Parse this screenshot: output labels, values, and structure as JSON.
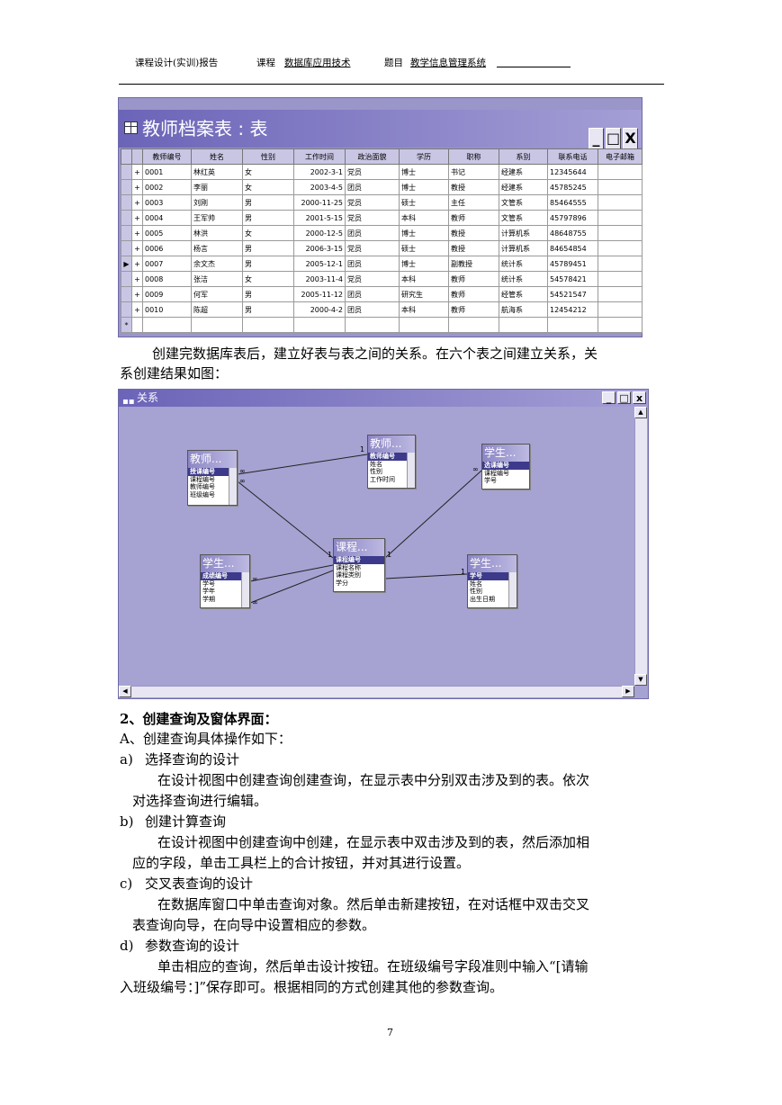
{
  "header": {
    "report_type": "课程设计(实训)报告",
    "course_label": "课程",
    "course_value": "数据库应用技术",
    "topic_label": "题目",
    "topic_value": "教学信息管理系统"
  },
  "table_window": {
    "title": "教师档案表 : 表",
    "columns": [
      "教师编号",
      "姓名",
      "性别",
      "工作时间",
      "政治面貌",
      "学历",
      "职称",
      "系别",
      "联系电话",
      "电子邮箱"
    ],
    "rows": [
      [
        "0001",
        "林红英",
        "女",
        "2002-3-1",
        "党员",
        "博士",
        "书记",
        "经建系",
        "12345644",
        ""
      ],
      [
        "0002",
        "李丽",
        "女",
        "2003-4-5",
        "团员",
        "博士",
        "教授",
        "经建系",
        "45785245",
        ""
      ],
      [
        "0003",
        "刘刚",
        "男",
        "2000-11-25",
        "党员",
        "硕士",
        "主任",
        "文管系",
        "85464555",
        ""
      ],
      [
        "0004",
        "王军帅",
        "男",
        "2001-5-15",
        "党员",
        "本科",
        "教师",
        "文管系",
        "45797896",
        ""
      ],
      [
        "0005",
        "林洪",
        "女",
        "2000-12-5",
        "团员",
        "博士",
        "教授",
        "计算机系",
        "48648755",
        ""
      ],
      [
        "0006",
        "杨言",
        "男",
        "2006-3-15",
        "党员",
        "硕士",
        "教授",
        "计算机系",
        "84654854",
        ""
      ],
      [
        "0007",
        "余文杰",
        "男",
        "2005-12-1",
        "团员",
        "博士",
        "副教授",
        "统计系",
        "45789451",
        ""
      ],
      [
        "0008",
        "张洁",
        "女",
        "2003-11-4",
        "党员",
        "本科",
        "教师",
        "统计系",
        "54578421",
        ""
      ],
      [
        "0009",
        "何军",
        "男",
        "2005-11-12",
        "团员",
        "研究生",
        "教师",
        "经管系",
        "54521547",
        ""
      ],
      [
        "0010",
        "陈超",
        "男",
        "2000-4-2",
        "团员",
        "本科",
        "教师",
        "航海系",
        "12454212",
        ""
      ]
    ],
    "current_row_marker": "▶",
    "new_row_marker": "*",
    "plus": "+"
  },
  "para1": {
    "line1": "创建完数据库表后，建立好表与表之间的关系。在六个表之间建立关系，关",
    "line2": "系创建结果如图："
  },
  "relations_window": {
    "title": "关系",
    "tables": [
      {
        "title": "教师...",
        "fields": [
          "授课编号",
          "课程编号",
          "教师编号",
          "班级编号"
        ]
      },
      {
        "title": "教师...",
        "fields": [
          "教师编号",
          "姓名",
          "性别",
          "工作时间"
        ]
      },
      {
        "title": "学生...",
        "fields": [
          "选课编号",
          "课程编号",
          "学号"
        ]
      },
      {
        "title": "学生...",
        "fields": [
          "成绩编号",
          "学号",
          "学年",
          "学期"
        ]
      },
      {
        "title": "课程...",
        "fields": [
          "课程编号",
          "课程名称",
          "课程类别",
          "学分"
        ]
      },
      {
        "title": "学生...",
        "fields": [
          "学号",
          "姓名",
          "性别",
          "出生日期"
        ]
      }
    ],
    "one": "1",
    "many": "∞"
  },
  "section": {
    "heading": "2、创建查询及窗体界面：",
    "sub_a": "A、创建查询具体操作如下：",
    "items": [
      {
        "marker": "a)",
        "title": "选择查询的设计",
        "line1": "在设计视图中创建查询创建查询，在显示表中分别双击涉及到的表。依次",
        "line2": "对选择查询进行编辑。"
      },
      {
        "marker": "b)",
        "title": "创建计算查询",
        "line1": "在设计视图中创建查询中创建，在显示表中双击涉及到的表，然后添加相",
        "line2": "应的字段，单击工具栏上的合计按钮，并对其进行设置。"
      },
      {
        "marker": "c)",
        "title": "交叉表查询的设计",
        "line1": "在数据库窗口中单击查询对象。然后单击新建按钮，在对话框中双击交叉",
        "line2": "表查询向导，在向导中设置相应的参数。"
      },
      {
        "marker": "d)",
        "title": "参数查询的设计",
        "line1": "单击相应的查询，然后单击设计按钮。在班级编号字段准则中输入“[请输",
        "line2": "入班级编号：]”保存即可。根据相同的方式创建其他的参数查询。"
      }
    ]
  },
  "page_number": "7",
  "window_buttons": {
    "min": "_",
    "max": "□",
    "close": "x",
    "close_big": "X"
  },
  "colors": {
    "window_bg": "#a09ccc",
    "title_start": "#6b64b8",
    "title_end": "#a59fd6"
  }
}
